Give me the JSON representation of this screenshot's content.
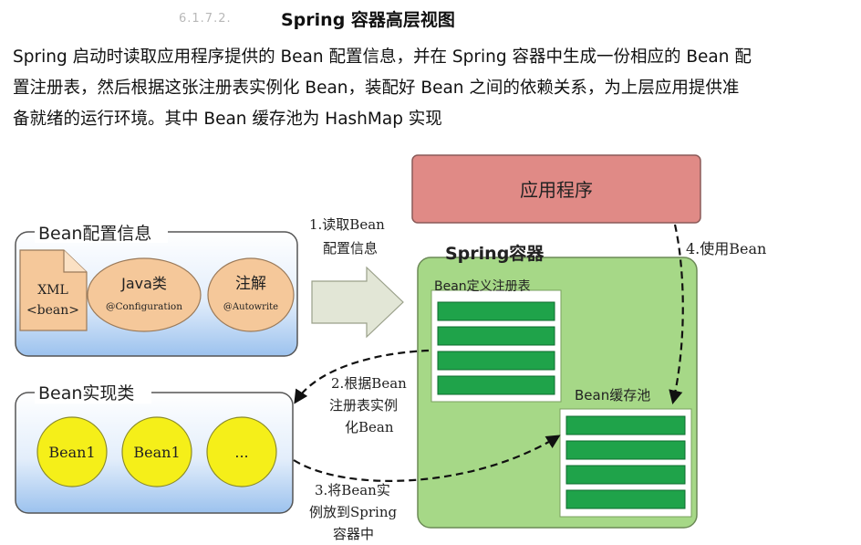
{
  "heading": {
    "number": "6.1.7.2.",
    "title": "Spring 容器高层视图"
  },
  "paragraph": [
    "Spring 启动时读取应用程序提供的 Bean 配置信息，并在 Spring 容器中生成一份相应的 Bean 配",
    "置注册表，然后根据这张注册表实例化 Bean，装配好 Bean 之间的依赖关系，为上层应用提供准",
    "备就绪的运行环境。其中 Bean 缓存池为 HashMap 实现"
  ],
  "diagram": {
    "app": "应用程序",
    "config_group": {
      "title": "Bean配置信息",
      "xml_line1": "XML",
      "xml_line2": "<bean>",
      "java_title": "Java类",
      "java_sub": "@Configuration",
      "anno_title": "注解",
      "anno_sub": "@Autowrite"
    },
    "impl_group": {
      "title": "Bean实现类",
      "items": [
        "Bean1",
        "Bean1",
        "..."
      ]
    },
    "container": {
      "title": "Spring容器",
      "registry": "Bean定义注册表",
      "cache": "Bean缓存池"
    },
    "steps": {
      "step1": [
        "1.读取Bean",
        "配置信息"
      ],
      "step2": [
        "2.根据Bean",
        "注册表实例",
        "化Bean"
      ],
      "step3": [
        "3.将Bean实",
        "例放到Spring",
        "容器中"
      ],
      "step4": "4.使用Bean"
    },
    "colors": {
      "app": "#e08a86",
      "container": "#a6d887",
      "bar": "#1fa34a",
      "bean_circle": "#f5ef19",
      "ellipse": "#f5c89a"
    }
  }
}
